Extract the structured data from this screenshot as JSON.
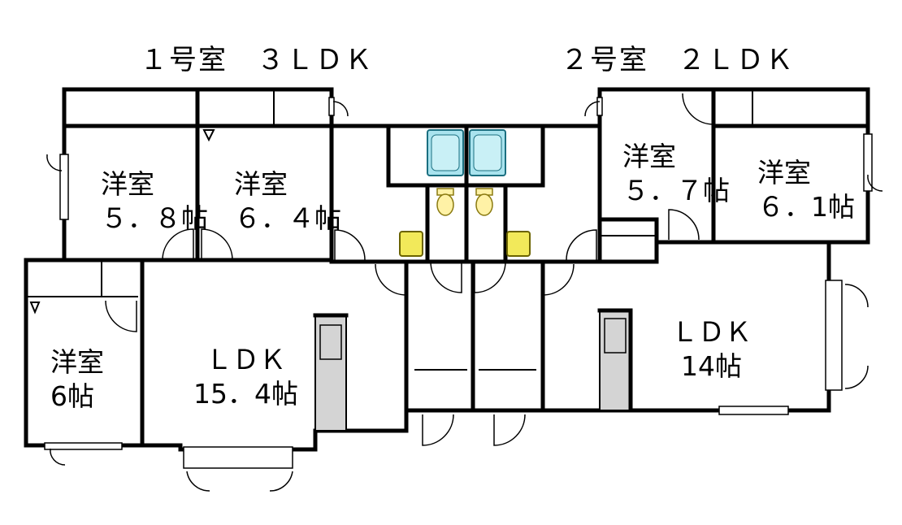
{
  "units": [
    {
      "title": "１号室　３ＬＤＫ"
    },
    {
      "title": "２号室　２ＬＤＫ"
    }
  ],
  "rooms": {
    "u1_western_a": {
      "name": "洋室",
      "size": "５．８帖"
    },
    "u1_western_b": {
      "name": "洋室",
      "size": "６．４帖"
    },
    "u1_western_c": {
      "name": "洋室",
      "size": "6帖"
    },
    "u1_ldk": {
      "name": "ＬＤＫ",
      "size": "15．4帖"
    },
    "u2_western_a": {
      "name": "洋室",
      "size": "５．７帖"
    },
    "u2_western_b": {
      "name": "洋室",
      "size": "６．1帖"
    },
    "u2_ldk": {
      "name": "ＬＤＫ",
      "size": "14帖"
    }
  },
  "colors": {
    "wall": "#000000",
    "bathtub": "#a9e3ee",
    "toilet": "#fff2a6",
    "sink": "#f2e95a",
    "kitchen_counter": "#d4d4d4"
  }
}
